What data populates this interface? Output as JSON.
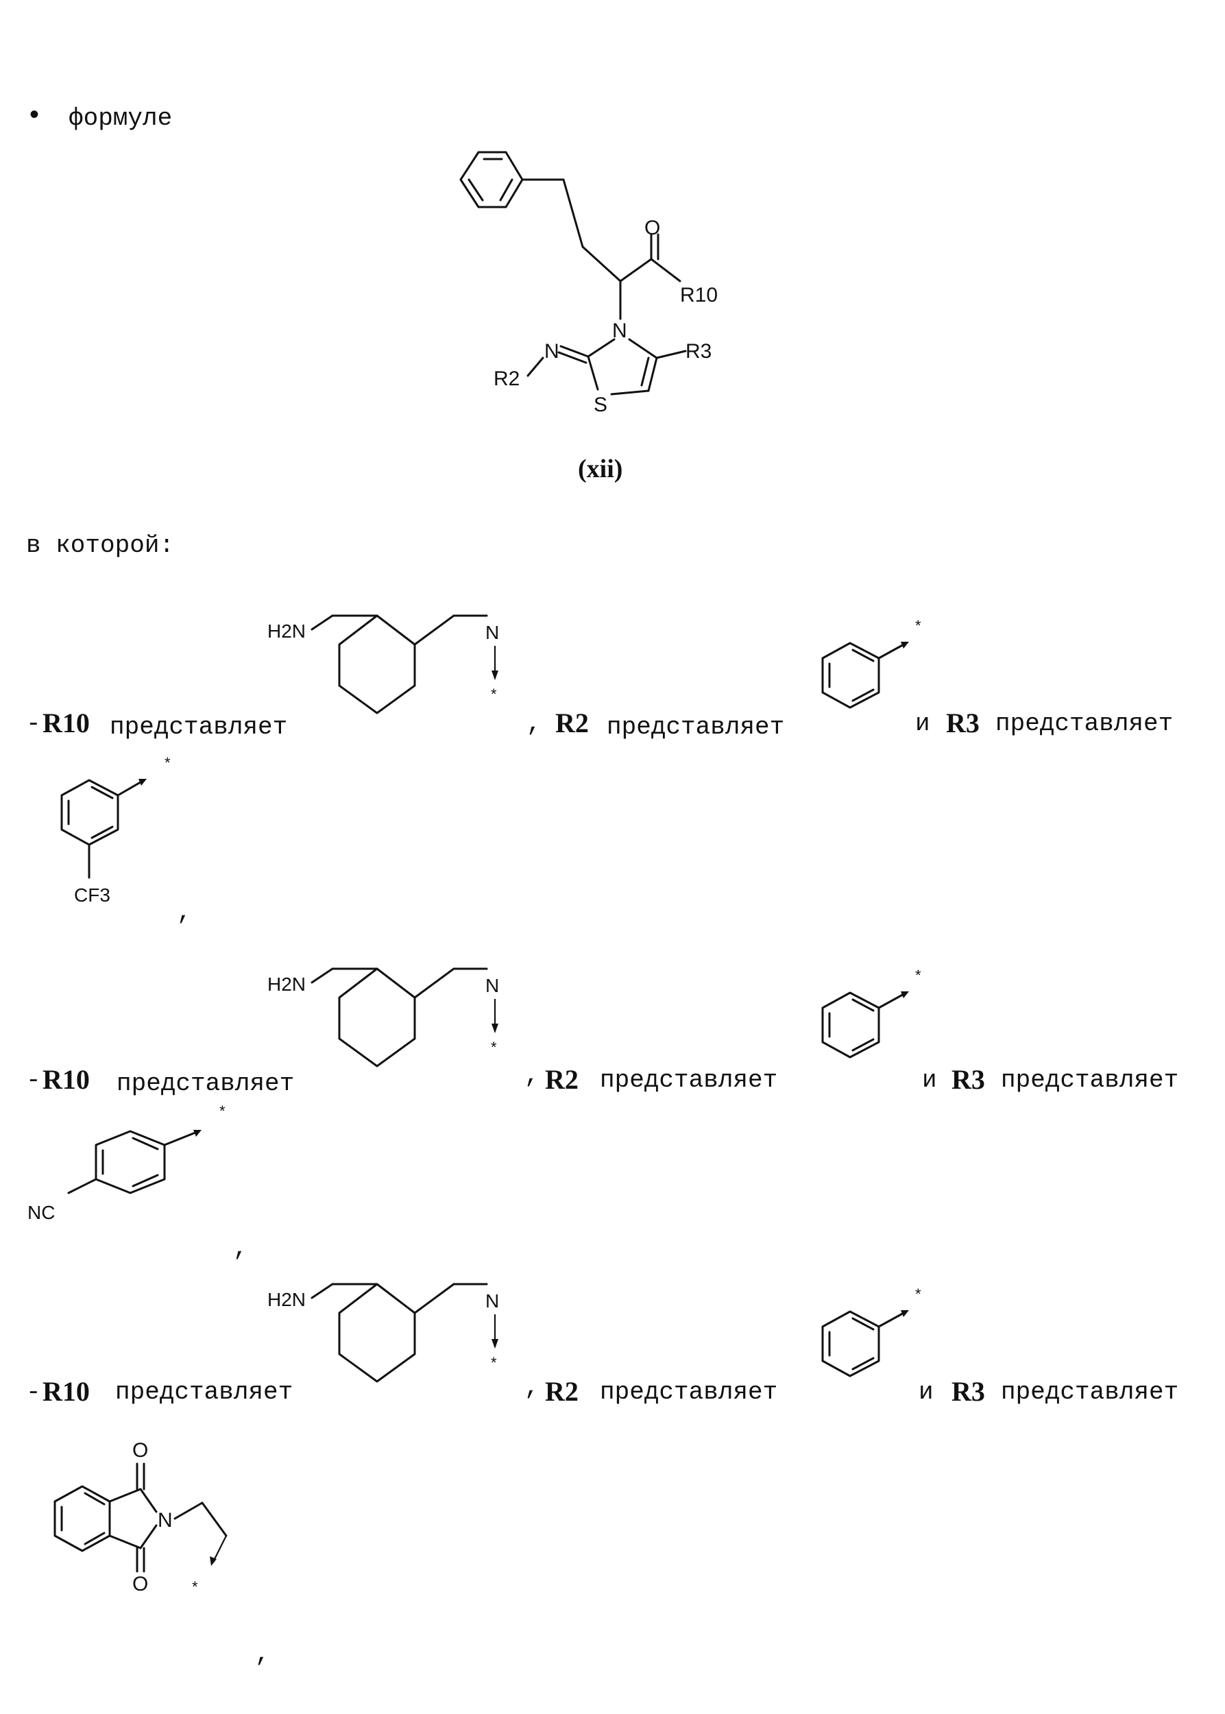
{
  "intro": {
    "bullet": "•",
    "word": "формуле"
  },
  "main_formula": {
    "label": "(xii)",
    "atoms": {
      "oxygen": "O",
      "r10": "R10",
      "nitrogen_ring": "N",
      "r3": "R3",
      "imine_n": "N",
      "r2": "R2",
      "sulfur": "S"
    }
  },
  "which_text": "в которой:",
  "rows": [
    {
      "dash": "-",
      "r10_label": "R10",
      "represents_1": "представляет",
      "comma_1": ",",
      "r2_label": "R2",
      "represents_2": "представляет",
      "and": "и",
      "r3_label": "R3",
      "represents_3": "представляет",
      "trailing_comma": ",",
      "r3_substituent": "CF3"
    },
    {
      "dash": "-",
      "r10_label": "R10",
      "represents_1": "представляет",
      "comma_1": ",",
      "r2_label": "R2",
      "represents_2": "представляет",
      "and": "и",
      "r3_label": "R3",
      "represents_3": "представляет",
      "trailing_comma": ",",
      "r3_substituent": "NC"
    },
    {
      "dash": "-",
      "r10_label": "R10",
      "represents_1": "представляет",
      "comma_1": ",",
      "r2_label": "R2",
      "represents_2": "представляет",
      "and": "и",
      "r3_label": "R3",
      "represents_3": "представляет",
      "trailing_comma": ",",
      "r3_atoms": {
        "o_top": "O",
        "n": "N",
        "o_bottom": "O"
      }
    }
  ],
  "r10_structure": {
    "nh2": "H2N",
    "n": "N",
    "attach": "*"
  },
  "attachment_star": "*"
}
